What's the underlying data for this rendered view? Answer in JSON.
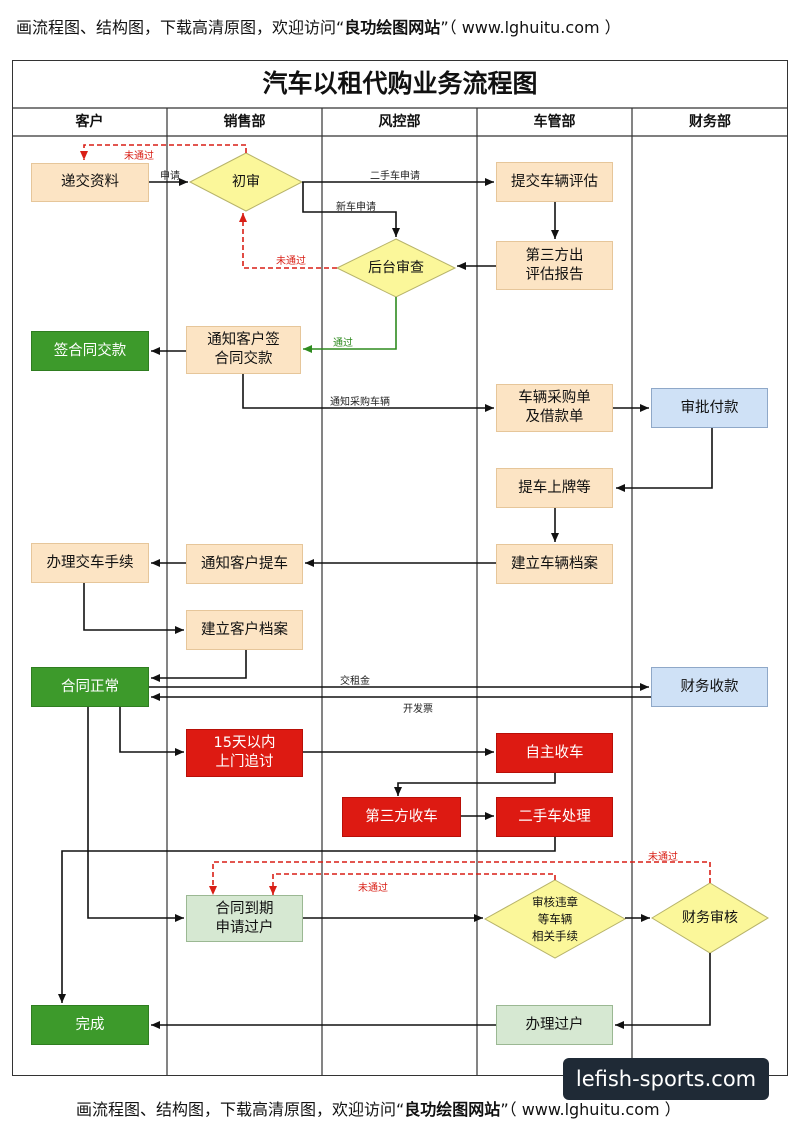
{
  "banner": {
    "prefix": "画流程图、结构图，下载高清原图，欢迎访问“",
    "site": "良功绘图网站",
    "suffix": "”（ www.lghuitu.com ）"
  },
  "title": "汽车以租代购业务流程图",
  "lanes": [
    "客户",
    "销售部",
    "风控部",
    "车管部",
    "财务部"
  ],
  "nodes": {
    "submit": "递交资料",
    "review1": "初审",
    "submit_eval": "提交车辆评估",
    "third_eval": "第三方出\n评估报告",
    "backend": "后台审查",
    "sign": "签合同交款",
    "notify_sign": "通知客户签\n合同交款",
    "purchase": "车辆采购单\n及借款单",
    "approve_pay": "审批付款",
    "plate": "提车上牌等",
    "archive_car": "建立车辆档案",
    "notify_pick": "通知客户提车",
    "handover": "办理交车手续",
    "archive_cust": "建立客户档案",
    "normal": "合同正常",
    "collect": "财务收款",
    "chase": "15天以内\n上门追讨",
    "self_recover": "自主收车",
    "third_recover": "第三方收车",
    "used_car": "二手车处理",
    "expire": "合同到期\n申请过户",
    "check": "审核违章\n等车辆\n相关手续",
    "fin_review": "财务审核",
    "complete": "完成",
    "transfer": "办理过户"
  },
  "edges": {
    "apply": "申请",
    "reject1": "未通过",
    "used_apply": "二手车申请",
    "new_apply": "新车申请",
    "reject2": "未通过",
    "pass": "通过",
    "notify_buy": "通知采购车辆",
    "deposit": "交租金",
    "invoice": "开发票",
    "reject3": "未通过",
    "reject4": "未通过"
  },
  "watermark": "lefish-sports.com",
  "colors": {
    "peach": "#fce4c4",
    "green": "#3d9a2b",
    "blue": "#cfe1f6",
    "red": "#dd1a12",
    "pale_green": "#d6e8d2",
    "diamond": "#fbf79a",
    "reject_line": "#d91f16",
    "pass_line": "#2e8b1f"
  }
}
